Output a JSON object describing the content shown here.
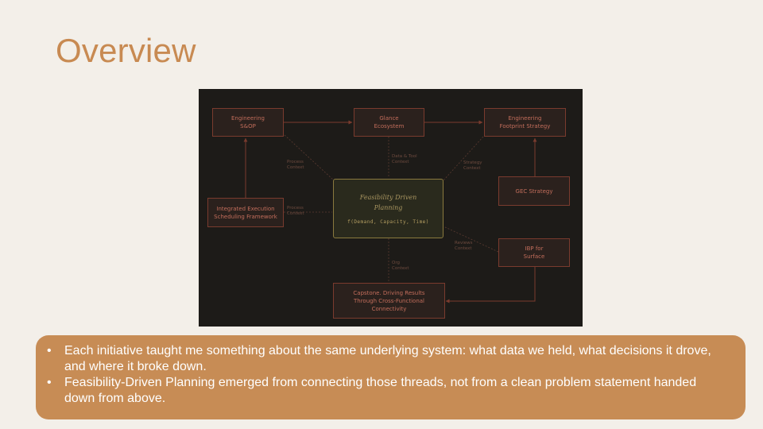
{
  "slide": {
    "title": "Overview"
  },
  "diagram": {
    "nodes": {
      "engineering_sop": [
        "Engineering",
        "S&OP"
      ],
      "glance_ecosystem": [
        "Glance",
        "Ecosystem"
      ],
      "engineering_footprint": [
        "Engineering",
        "Footprint Strategy"
      ],
      "integrated_execution": [
        "Integrated Execution",
        "Scheduling Framework"
      ],
      "gec_strategy": [
        "GEC Strategy"
      ],
      "ibp_surface": [
        "IBP for",
        "Surface"
      ],
      "capstone": [
        "Capstone. Driving Results",
        "Through Cross-Functional",
        "Connectivity"
      ]
    },
    "center": {
      "title_line1": "Feasibility Driven",
      "title_line2": "Planning",
      "formula": "f(Demand, Capacity, Time)"
    },
    "edge_labels": {
      "process_context_upper": [
        "Process",
        "Context"
      ],
      "data_tool_context": [
        "Data & Tool",
        "Context"
      ],
      "strategy_context": [
        "Strategy",
        "Context"
      ],
      "process_context_left": [
        "Process",
        "Context"
      ],
      "reviews_context": [
        "Reviews",
        "Context"
      ],
      "org_context": [
        "Org",
        "Context"
      ]
    },
    "colors": {
      "background": "#1d1b18",
      "node_border": "#7a3b2e",
      "node_text": "#c26d5b",
      "center_border": "#8a7a3e"
    }
  },
  "bullets": [
    "Each initiative taught me something about the same underlying system: what data we held, what decisions it drove, and where it broke down.",
    "Feasibility-Driven Planning emerged from connecting those threads, not from a clean problem statement handed down from above."
  ]
}
